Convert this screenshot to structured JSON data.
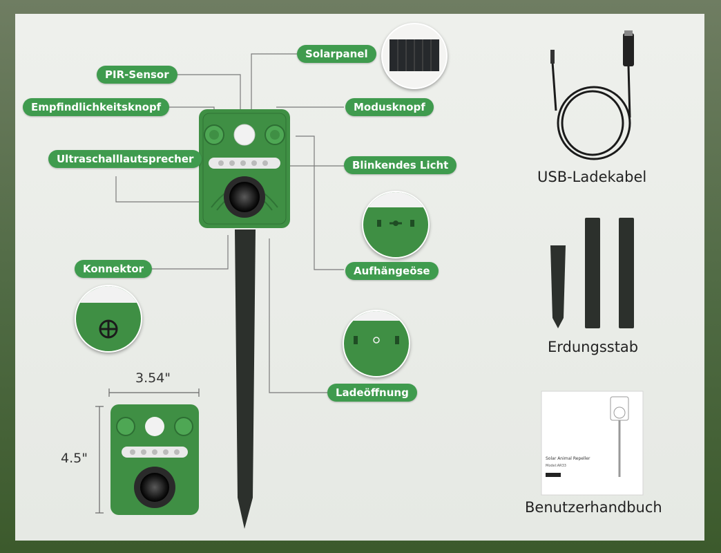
{
  "labels": {
    "pir_sensor": "PIR-Sensor",
    "sensitivity_knob": "Empfindlichkeitsknopf",
    "ultrasonic_speaker": "Ultraschalllautsprecher",
    "connector": "Konnektor",
    "solar_panel": "Solarpanel",
    "mode_knob": "Modusknopf",
    "flashing_light": "Blinkendes Licht",
    "hanging_hole": "Aufhängeöse",
    "charging_port": "Ladeöffnung"
  },
  "dimensions": {
    "width": "3.54\"",
    "height": "4.5\""
  },
  "accessories": {
    "usb_cable": "USB-Ladekabel",
    "ground_stake": "Erdungsstab",
    "manual": "Benutzerhandbuch"
  },
  "manual_cover": {
    "title": "Solar Animal Repeller",
    "model": "Model:AR33"
  },
  "colors": {
    "device_green": "#3f8f44",
    "tag_green": "#3f9b4e",
    "stake": "#2c302c"
  }
}
